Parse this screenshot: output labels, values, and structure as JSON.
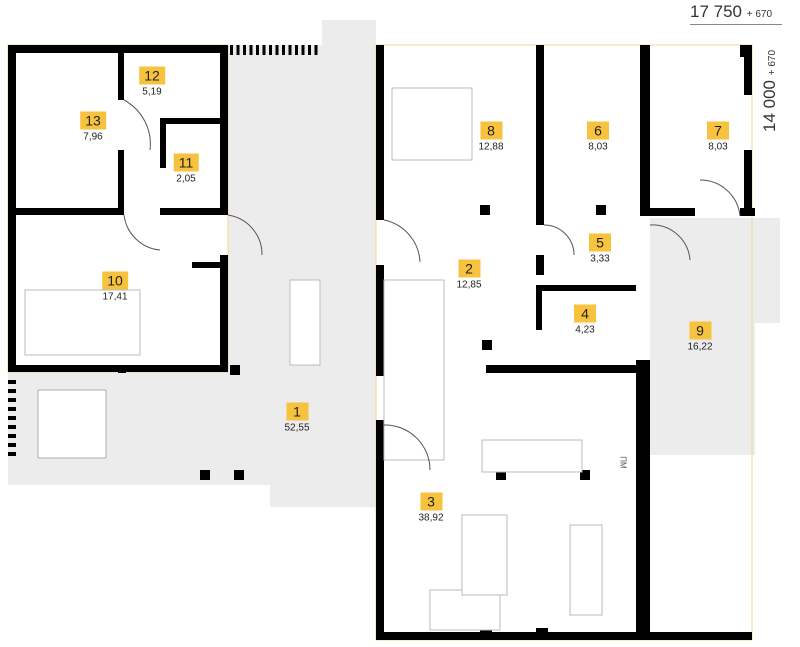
{
  "dimensions": {
    "width": "17 750",
    "width_extra": "+ 670",
    "height": "14 000",
    "height_extra": "+ 670"
  },
  "appliance_label": "ПМ",
  "colors": {
    "label_bg": "#f7c33f",
    "wall": "#000000",
    "outdoor": "#ececec",
    "outline": "#f0d98a"
  },
  "rooms": [
    {
      "number": "1",
      "area": "52,55"
    },
    {
      "number": "2",
      "area": "12,85"
    },
    {
      "number": "3",
      "area": "38,92"
    },
    {
      "number": "4",
      "area": "4,23"
    },
    {
      "number": "5",
      "area": "3,33"
    },
    {
      "number": "6",
      "area": "8,03"
    },
    {
      "number": "7",
      "area": "8,03"
    },
    {
      "number": "8",
      "area": "12,88"
    },
    {
      "number": "9",
      "area": "16,22"
    },
    {
      "number": "10",
      "area": "17,41"
    },
    {
      "number": "11",
      "area": "2,05"
    },
    {
      "number": "12",
      "area": "5,19"
    },
    {
      "number": "13",
      "area": "7,96"
    }
  ]
}
